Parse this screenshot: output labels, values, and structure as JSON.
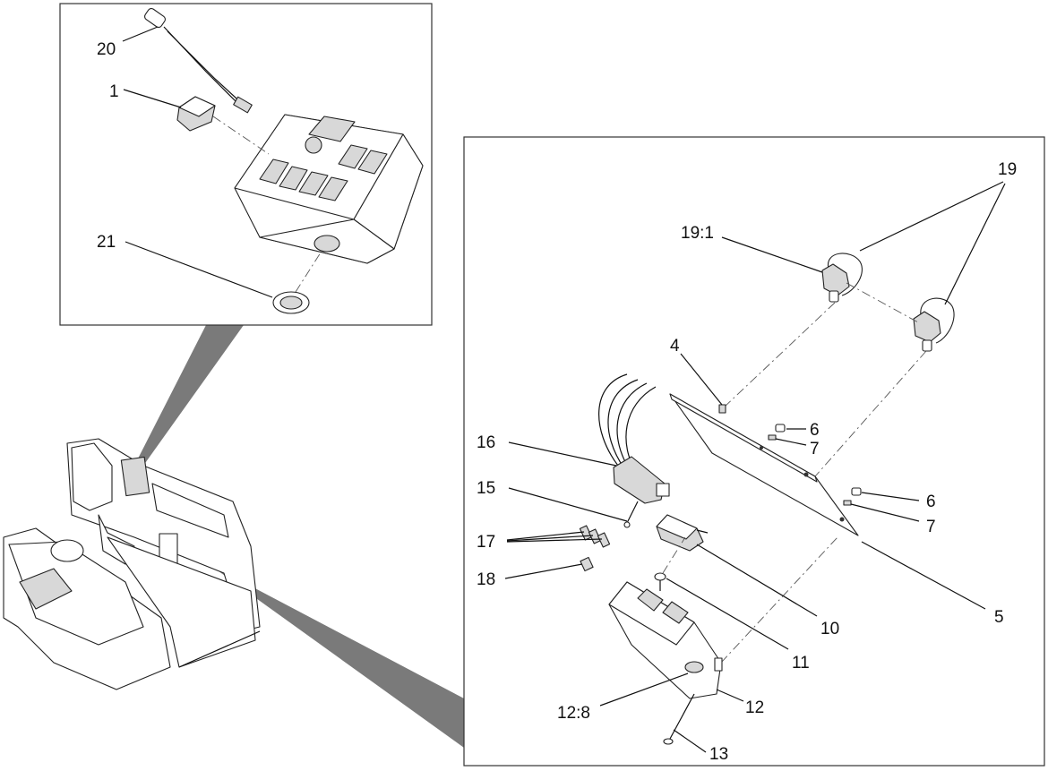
{
  "callouts": {
    "c20": "20",
    "c1": "1",
    "c21": "21",
    "c19": "19",
    "c19_1": "19:1",
    "c4": "4",
    "c6a": "6",
    "c7a": "7",
    "c6b": "6",
    "c7b": "7",
    "c16": "16",
    "c15": "15",
    "c17": "17",
    "c18": "18",
    "c5": "5",
    "c10": "10",
    "c11": "11",
    "c12_8": "12:8",
    "c12": "12",
    "c13": "13"
  }
}
